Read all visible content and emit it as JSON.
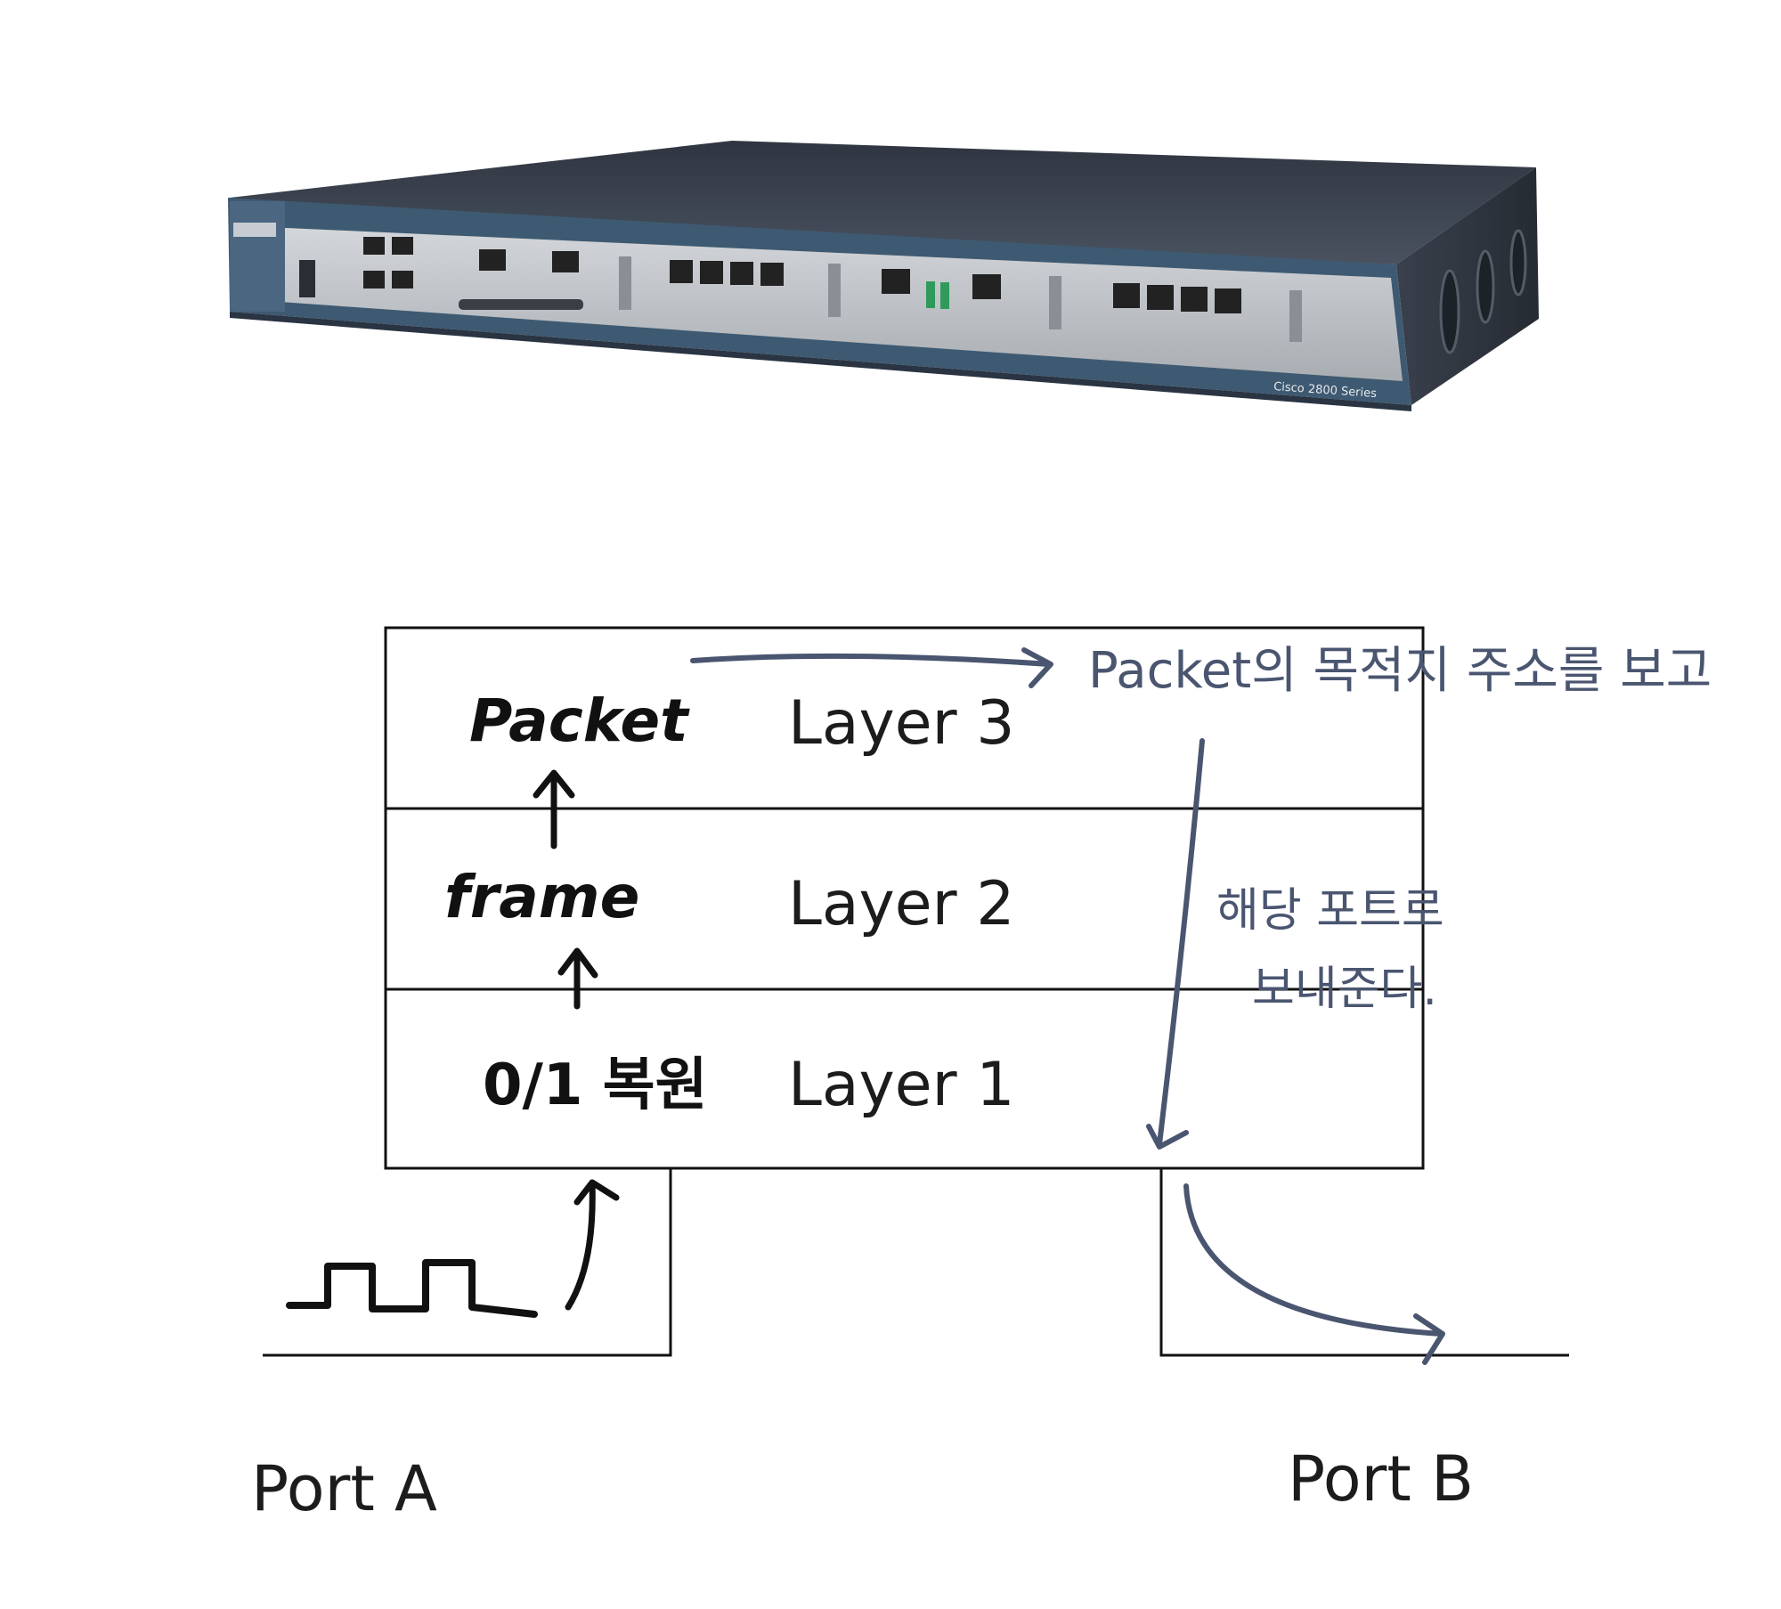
{
  "layers": [
    {
      "label": "Layer 3",
      "note": "Packet"
    },
    {
      "label": "Layer 2",
      "note": "frame"
    },
    {
      "label": "Layer 1",
      "note": "0/1 복원"
    }
  ],
  "annotation": {
    "top": "Packet의 목적지 주소를 보고",
    "side_line1": "해당 포트로",
    "side_line2": "보내준다."
  },
  "ports": {
    "a": "Port A",
    "b": "Port B"
  },
  "router": {
    "brand_label": "Cisco 2800 Series"
  },
  "colors": {
    "ink_black": "#111111",
    "ink_blue": "#4a5570",
    "router_chassis": "#3b4250",
    "router_panel": "#b9bdc2",
    "router_bezel": "#3e5a72"
  }
}
